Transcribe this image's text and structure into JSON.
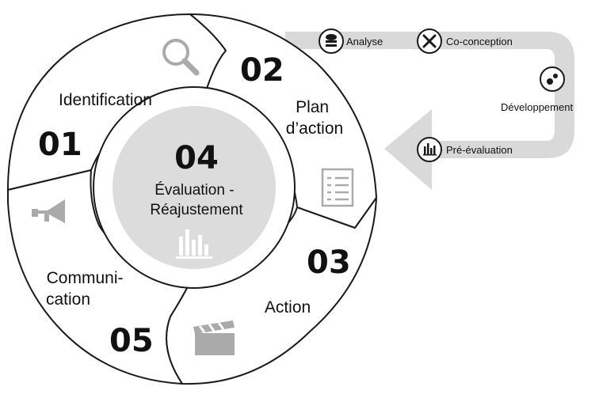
{
  "segments": [
    {
      "number": "01",
      "label_lines": [
        "Identification"
      ],
      "icon": "magnifier-icon"
    },
    {
      "number": "02",
      "label_lines": [
        "Plan",
        "d’action"
      ],
      "icon": "checklist-icon"
    },
    {
      "number": "03",
      "label_lines": [
        "Action"
      ],
      "icon": "clapperboard-icon"
    },
    {
      "number": "04",
      "label_lines": [
        "Évaluation -",
        "Réajustement"
      ],
      "icon": "bar-chart-icon"
    },
    {
      "number": "05",
      "label_lines": [
        "Communi-",
        "cation"
      ],
      "icon": "megaphone-icon"
    }
  ],
  "subprocess": [
    {
      "label": "Analyse",
      "icon": "brain-icon"
    },
    {
      "label": "Co-conception",
      "icon": "tools-icon"
    },
    {
      "label": "Développement",
      "icon": "gears-icon"
    },
    {
      "label": "Pré-évaluation",
      "icon": "bar-chart-icon"
    }
  ],
  "colors": {
    "outline": "#1a1a1a",
    "center_fill": "#dcdcdc",
    "arrow_fill": "#d9d9d9",
    "icon_gray": "#aaaaaa"
  }
}
